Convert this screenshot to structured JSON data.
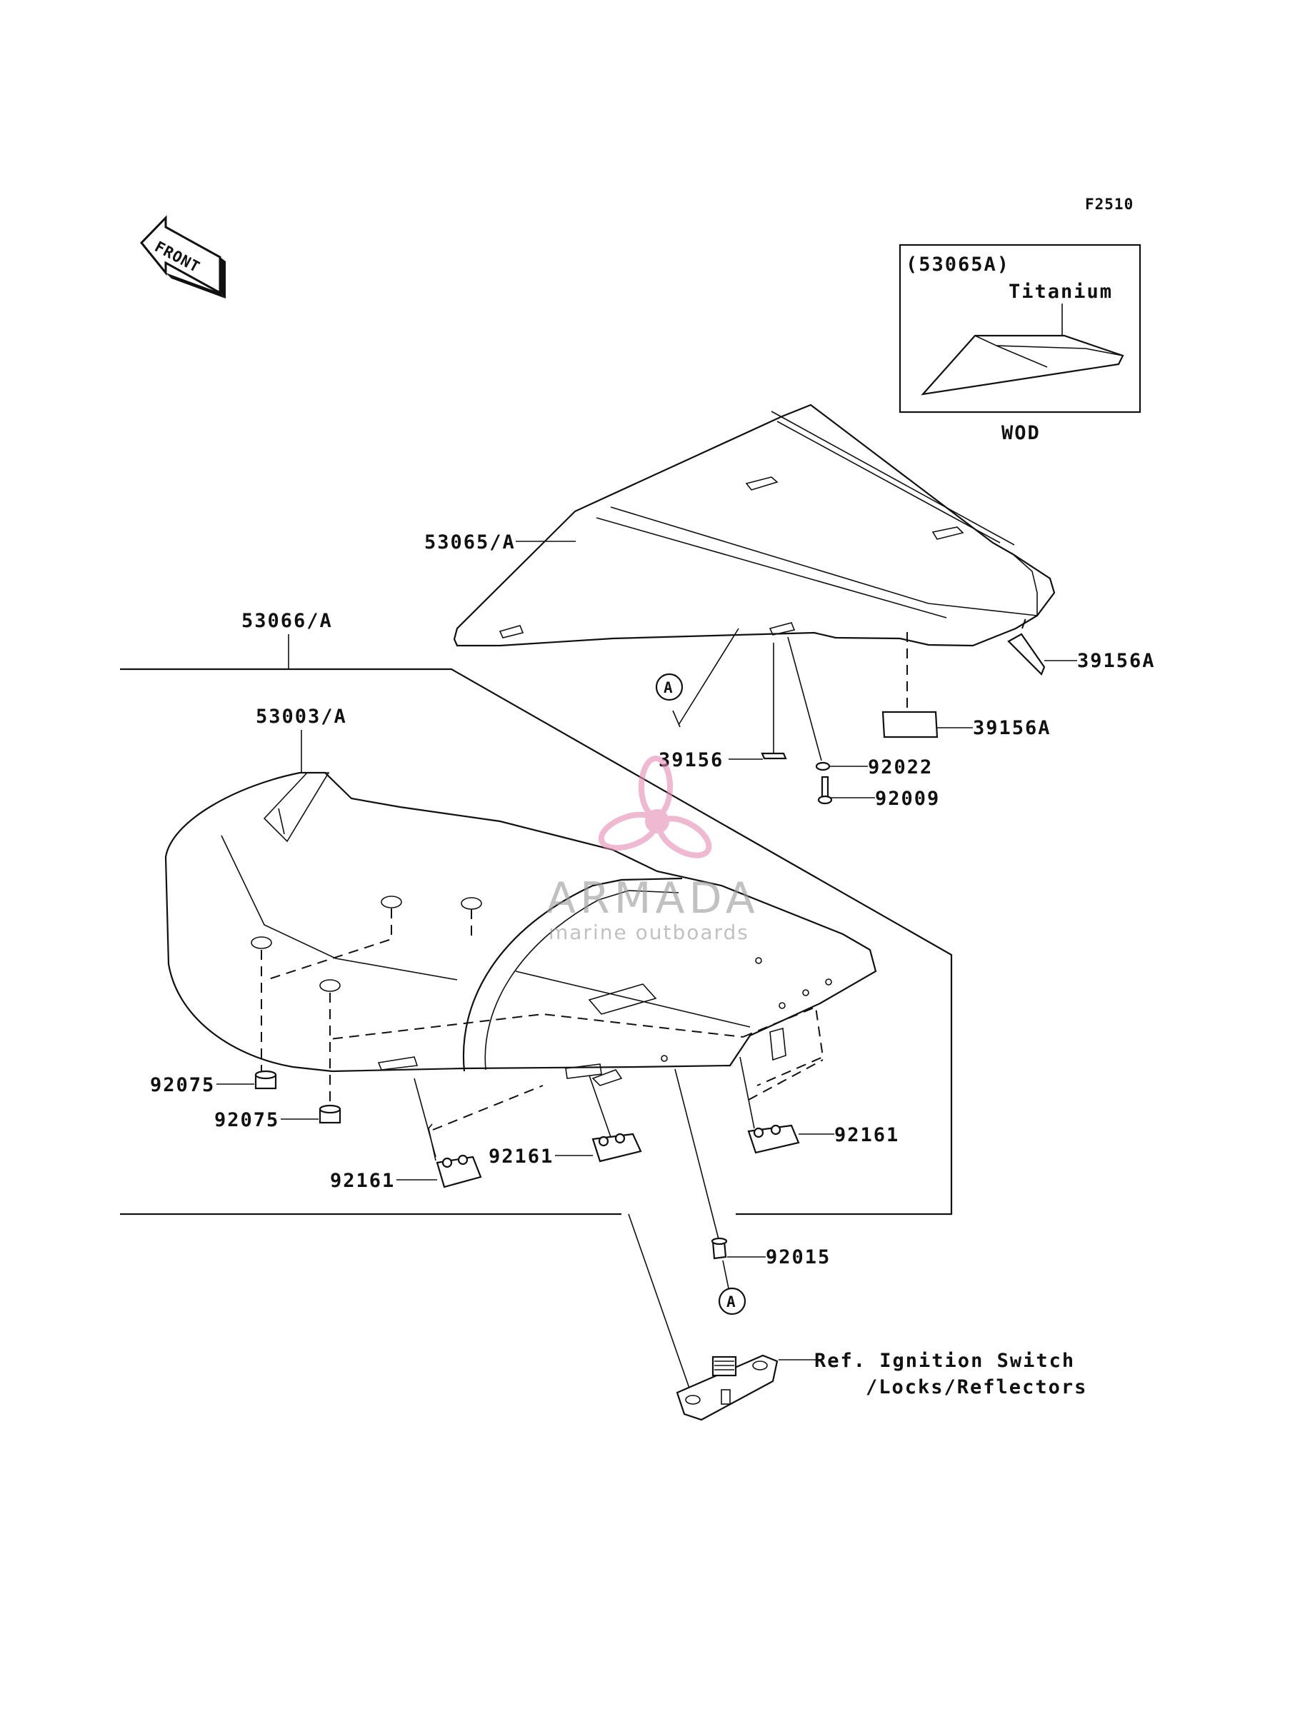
{
  "figure_code": "F2510",
  "front_label": "FRONT",
  "inset": {
    "part_ref": "(53065A)",
    "material": "Titanium",
    "note": "WOD"
  },
  "callouts": {
    "seat_cover_upper": "53065/A",
    "seat_assembly": "53066/A",
    "seat_pad": "53003/A",
    "emblem_right": "39156A",
    "emblem_lower": "39156A",
    "bracket": "39156",
    "washer": "92022",
    "bolt": "92009",
    "damper_left": "92075",
    "damper_right": "92075",
    "hook_left": "92161",
    "hook_center": "92161",
    "hook_right": "92161",
    "collar": "92015",
    "marker_a_top": "A",
    "marker_a_bottom": "A",
    "ref_line1": "Ref. Ignition Switch",
    "ref_line2": "/Locks/Reflectors"
  },
  "watermark": {
    "brand": "ARMADA",
    "tagline": "marine outboards",
    "color": "#e58bb4"
  }
}
